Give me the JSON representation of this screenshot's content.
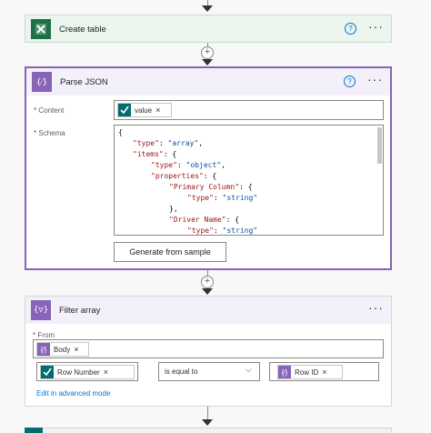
{
  "colors": {
    "excel_green": "#1e7145",
    "parse_purple": "#8764b8",
    "filter_purple": "#8764b8",
    "selected_border": "#8764b8",
    "link_blue": "#0078d4",
    "sharepoint_teal": "#036c70"
  },
  "create_table": {
    "icon": "excel-icon",
    "title": "Create table"
  },
  "parse_json": {
    "icon": "braces-icon",
    "icon_glyph": "{⁄}",
    "title": "Parse JSON",
    "content_label": "Content",
    "content_token": "value",
    "schema_label": "Schema",
    "schema_lines": [
      "{",
      "    \"type\": \"array\",",
      "    \"items\": {",
      "        \"type\": \"object\",",
      "        \"properties\": {",
      "            \"Primary Column\": {",
      "                \"type\": \"string\"",
      "            },",
      "            \"Driver Name\": {",
      "                \"type\": \"string\""
    ],
    "generate_button": "Generate from sample"
  },
  "filter_array": {
    "icon": "filter-icon",
    "icon_glyph": "{▽}",
    "title": "Filter array",
    "from_label": "From",
    "from_token": "Body",
    "left_token": "Row Number",
    "operator": "is equal to",
    "right_token": "Row ID",
    "advanced_link": "Edit in advanced mode"
  },
  "glyphs": {
    "help": "?",
    "more": "···",
    "plus": "+",
    "remove": "×",
    "required": "*",
    "chevron": "⌵",
    "token_glyph": "{⁄}"
  }
}
